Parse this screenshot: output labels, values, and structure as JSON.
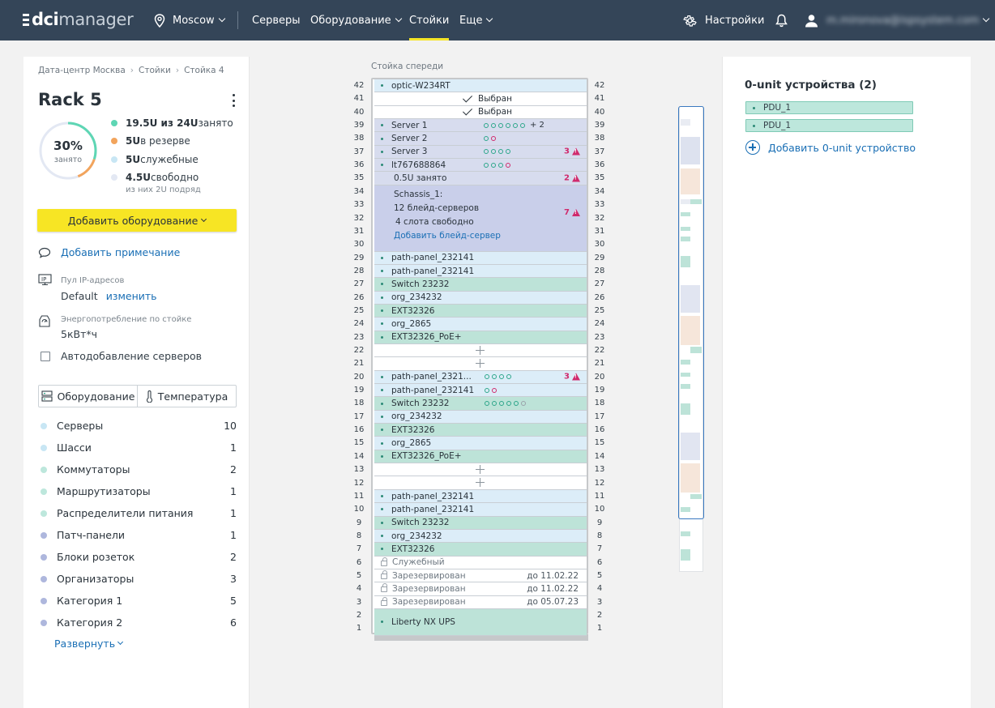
{
  "app": {
    "logo_part1": "dci",
    "logo_part2": "manager"
  },
  "topnav": {
    "location": "Moscow",
    "items": [
      "Серверы",
      "Оборудование",
      "Стойки",
      "Еще"
    ],
    "active": "Стойки",
    "settings": "Настройки",
    "user_email": "m.mironova@ispsystem.com"
  },
  "breadcrumb": [
    "Дата-центр Москва",
    "Стойки",
    "Стойка 4"
  ],
  "rack": {
    "title": "Rack 5",
    "occupancy_pct": "30%",
    "occupancy_label": "занято",
    "occupancy_fraction": 0.3,
    "legend": [
      {
        "bold": "19.5U из 24U",
        "text": " занято",
        "color": "#5ed6b4"
      },
      {
        "bold": "5U",
        "text": " в резерве",
        "color": "#f2a45c"
      },
      {
        "bold": "5U",
        "text": " служебные",
        "color": "#c8e6f4"
      },
      {
        "bold": "4.5U",
        "text": " свободно",
        "color": "#e3e8f3"
      }
    ],
    "legend_note": "из них 2U подряд"
  },
  "actions": {
    "add_equipment": "Добавить оборудование",
    "add_note": "Добавить примечание",
    "ip_pool_label": "Пул IP-адресов",
    "ip_pool_value": "Default",
    "ip_pool_change": "изменить",
    "power_label": "Энергопотребление по стойке",
    "power_value": "5кВт*ч",
    "autoadd_label": "Автодобавление серверов"
  },
  "tabs": {
    "equipment": "Оборудование",
    "temperature": "Температура"
  },
  "categories": [
    {
      "name": "Серверы",
      "count": "10",
      "color": "#c8e6f4"
    },
    {
      "name": "Шасси",
      "count": "1",
      "color": "#c8e6f4"
    },
    {
      "name": "Коммутаторы",
      "count": "2",
      "color": "#bde7dc"
    },
    {
      "name": "Маршрутизаторы",
      "count": "1",
      "color": "#bde7dc"
    },
    {
      "name": "Распределители питания",
      "count": "1",
      "color": "#bde7dc"
    },
    {
      "name": "Патч-панели",
      "count": "1",
      "color": "#aeb7dd"
    },
    {
      "name": "Блоки розеток",
      "count": "2",
      "color": "#aeb7dd"
    },
    {
      "name": "Организаторы",
      "count": "3",
      "color": "#aeb7dd"
    },
    {
      "name": "Категория 1",
      "count": "5",
      "color": "#aeb7dd"
    },
    {
      "name": "Категория 2",
      "count": "6",
      "color": "#aeb7dd"
    }
  ],
  "expand": "Развернуть",
  "rack_view": {
    "caption": "Стойка спереди",
    "units": [
      42,
      41,
      40,
      39,
      38,
      37,
      36,
      35,
      34,
      33,
      32,
      31,
      30,
      29,
      28,
      27,
      26,
      25,
      24,
      23,
      22,
      21,
      20,
      19,
      18,
      17,
      16,
      15,
      14,
      13,
      12,
      11,
      10,
      9,
      8,
      7,
      6,
      5,
      4,
      3,
      2,
      1
    ],
    "slots": [
      {
        "u": 42,
        "h": 1,
        "label": "optic-W234RT",
        "kind": "server",
        "dot": true
      },
      {
        "u": 41,
        "h": 1,
        "label": "Выбран",
        "kind": "selected"
      },
      {
        "u": 40,
        "h": 1,
        "label": "Выбран",
        "kind": "selected"
      },
      {
        "u": 39,
        "h": 1,
        "label": "Server 1",
        "kind": "chassis",
        "dot": true,
        "ports": "gggggg",
        "more": "+ 2"
      },
      {
        "u": 38,
        "h": 1,
        "label": "Server 2",
        "kind": "chassis",
        "dot": true,
        "ports": "gr"
      },
      {
        "u": 37,
        "h": 1,
        "label": "Server 3",
        "kind": "chassis",
        "dot": true,
        "ports": "gggg",
        "warn": "3"
      },
      {
        "u": 36,
        "h": 1,
        "label": "lt767688864",
        "kind": "chassis",
        "dot": true,
        "ports": "gggr"
      },
      {
        "u": 35,
        "h": 1,
        "label": "0.5U занято",
        "kind": "chassis",
        "warn": "2"
      },
      {
        "u": 34,
        "h": 5,
        "label": "Schassis_1:",
        "kind": "chassis-block",
        "warn": "7"
      },
      {
        "u": 29,
        "h": 1,
        "label": "path-panel_232141",
        "kind": "server",
        "dot": true
      },
      {
        "u": 28,
        "h": 1,
        "label": "path-panel_232141",
        "kind": "server",
        "dot": true
      },
      {
        "u": 27,
        "h": 1,
        "label": "Switch 23232",
        "kind": "network",
        "dot": true
      },
      {
        "u": 26,
        "h": 1,
        "label": "org_234232",
        "kind": "server",
        "dot": true
      },
      {
        "u": 25,
        "h": 1,
        "label": "EXT32326",
        "kind": "network",
        "dot": true
      },
      {
        "u": 24,
        "h": 1,
        "label": "org_2865",
        "kind": "server",
        "dot": true
      },
      {
        "u": 23,
        "h": 1,
        "label": "EXT32326_PoE+",
        "kind": "network",
        "dot": true
      },
      {
        "u": 22,
        "h": 1,
        "label": "",
        "kind": "empty"
      },
      {
        "u": 21,
        "h": 1,
        "label": "",
        "kind": "empty"
      },
      {
        "u": 20,
        "h": 1,
        "label": "path-panel_2321...",
        "kind": "server",
        "dot": true,
        "ports": "gggg",
        "warn": "3"
      },
      {
        "u": 19,
        "h": 1,
        "label": "path-panel_232141",
        "kind": "server",
        "dot": true,
        "ports": "gr"
      },
      {
        "u": 18,
        "h": 1,
        "label": "Switch 23232",
        "kind": "network",
        "dot": true,
        "ports": "gggggk"
      },
      {
        "u": 17,
        "h": 1,
        "label": "org_234232",
        "kind": "server",
        "dot": true
      },
      {
        "u": 16,
        "h": 1,
        "label": "EXT32326",
        "kind": "network",
        "dot": true
      },
      {
        "u": 15,
        "h": 1,
        "label": "org_2865",
        "kind": "server",
        "dot": true
      },
      {
        "u": 14,
        "h": 1,
        "label": "EXT32326_PoE+",
        "kind": "network",
        "dot": true
      },
      {
        "u": 13,
        "h": 1,
        "label": "",
        "kind": "empty"
      },
      {
        "u": 12,
        "h": 1,
        "label": "",
        "kind": "empty"
      },
      {
        "u": 11,
        "h": 1,
        "label": "path-panel_232141",
        "kind": "server",
        "dot": true
      },
      {
        "u": 10,
        "h": 1,
        "label": "path-panel_232141",
        "kind": "server",
        "dot": true
      },
      {
        "u": 9,
        "h": 1,
        "label": "Switch 23232",
        "kind": "network",
        "dot": true
      },
      {
        "u": 8,
        "h": 1,
        "label": "org_234232",
        "kind": "server",
        "dot": true
      },
      {
        "u": 7,
        "h": 1,
        "label": "EXT32326",
        "kind": "network",
        "dot": true
      },
      {
        "u": 6,
        "h": 1,
        "label": "Служебный",
        "kind": "service",
        "lock": true
      },
      {
        "u": 5,
        "h": 1,
        "label": "Зарезервирован",
        "kind": "reserved",
        "lock": true,
        "until": "до 11.02.22"
      },
      {
        "u": 4,
        "h": 1,
        "label": "Зарезервирован",
        "kind": "reserved",
        "lock": true,
        "until": "до 11.02.22"
      },
      {
        "u": 3,
        "h": 1,
        "label": "Зарезервирован",
        "kind": "reserved",
        "lock": true,
        "until": "до 05.07.23"
      },
      {
        "u": 2,
        "h": 2,
        "label": "Liberty NX UPS",
        "kind": "network",
        "dot": true
      }
    ],
    "chassis": {
      "blades": "12 блейд-серверов",
      "free": "4 слота свободно",
      "add_blade": "Добавить  блейд-сервер"
    }
  },
  "zero_unit": {
    "title": "0-unit устройства (2)",
    "items": [
      "PDU_1",
      "PDU_1"
    ],
    "add": "Добавить  0-unit устройство"
  }
}
